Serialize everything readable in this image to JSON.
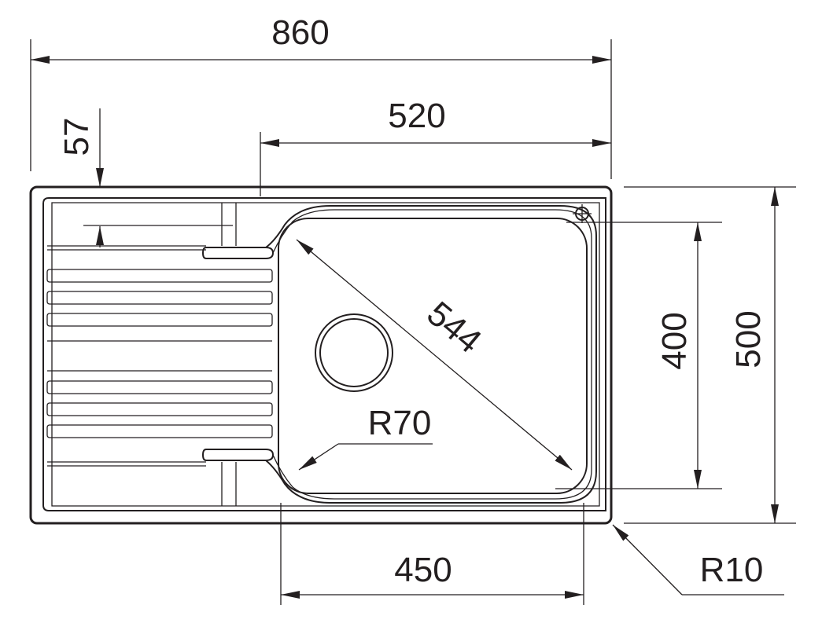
{
  "drawing": {
    "subject": "sink",
    "line_color": "#231f20",
    "background": "#ffffff"
  },
  "dimensions": {
    "overall_width": "860",
    "bowl_area_width": "520",
    "drainer_offset": "57",
    "bowl_diagonal": "544",
    "bowl_corner_radius": "R70",
    "bowl_height": "400",
    "overall_height": "500",
    "bowl_width": "450",
    "outer_corner_radius": "R10"
  }
}
